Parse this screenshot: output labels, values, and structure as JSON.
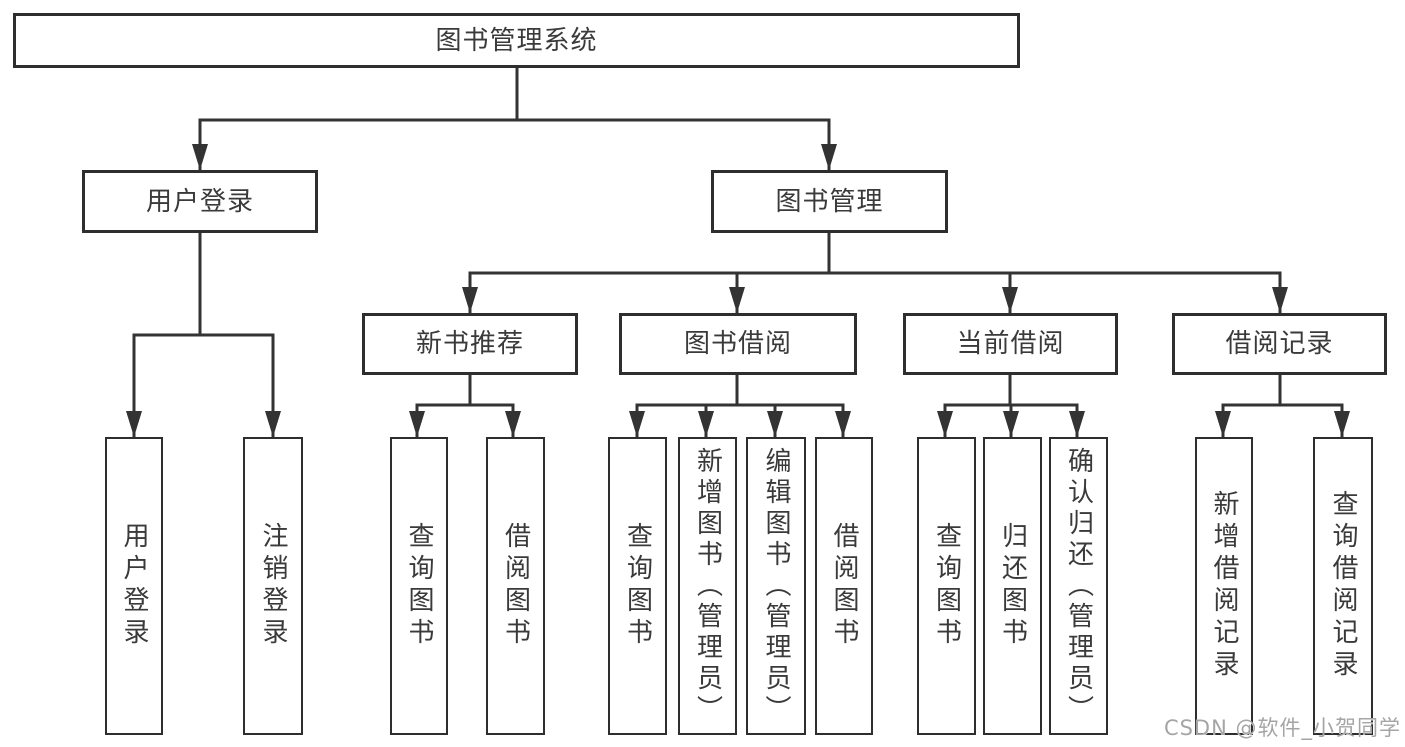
{
  "diagram_title": "图书管理系统",
  "watermark": {
    "text": "CSDN @软件_小贺同学"
  },
  "colors": {
    "line": "#333333",
    "box_border": "#2e2e2e",
    "text": "#3a3a3a",
    "watermark_text": "#a5a5a5",
    "background": "#ffffff"
  },
  "structure": {
    "root": "图书管理系统",
    "children": [
      {
        "label": "用户登录",
        "children": [
          {
            "label": "用户登录"
          },
          {
            "label": "注销登录"
          }
        ]
      },
      {
        "label": "图书管理",
        "children": [
          {
            "label": "新书推荐",
            "children": [
              {
                "label": "查询图书"
              },
              {
                "label": "借阅图书"
              }
            ]
          },
          {
            "label": "图书借阅",
            "children": [
              {
                "label": "查询图书"
              },
              {
                "label": "新增图书（管理员）"
              },
              {
                "label": "编辑图书（管理员）"
              },
              {
                "label": "借阅图书"
              }
            ]
          },
          {
            "label": "当前借阅",
            "children": [
              {
                "label": "查询图书"
              },
              {
                "label": "归还图书"
              },
              {
                "label": "确认归还（管理员）"
              }
            ]
          },
          {
            "label": "借阅记录",
            "children": [
              {
                "label": "新增借阅记录"
              },
              {
                "label": "查询借阅记录"
              }
            ]
          }
        ]
      }
    ]
  }
}
